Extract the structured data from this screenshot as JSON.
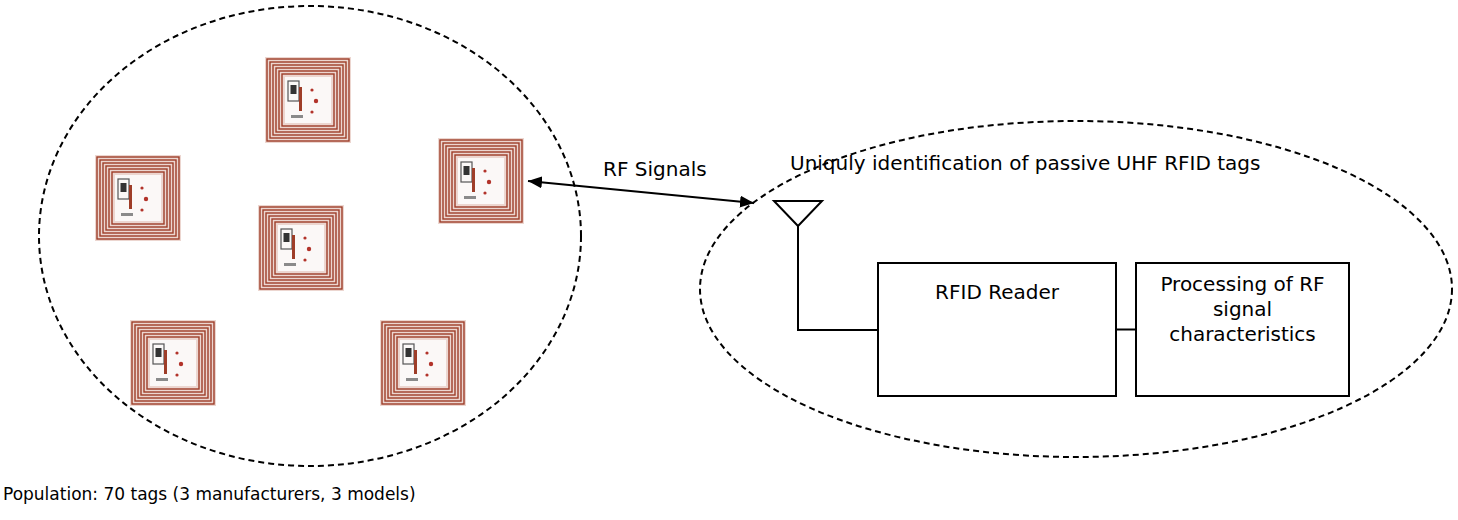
{
  "diagram": {
    "nodes": [
      {
        "text": [
          "Population: 70 tags (3 manufacturers, 3 models)"
        ]
      },
      {
        "text": [
          "Uniquly identification of passive UHF RFID tags"
        ]
      },
      {
        "text": [
          "RFID Reader"
        ],
        "in": 1
      },
      {
        "text": [
          "Processing of RF signal characteristics"
        ],
        "in": 1
      }
    ],
    "edges": [
      {
        "from": 0,
        "to": 1,
        "arrow": "both",
        "label": "RF Signals"
      },
      {
        "from": 2,
        "to": 3,
        "arrow": "none"
      }
    ]
  }
}
